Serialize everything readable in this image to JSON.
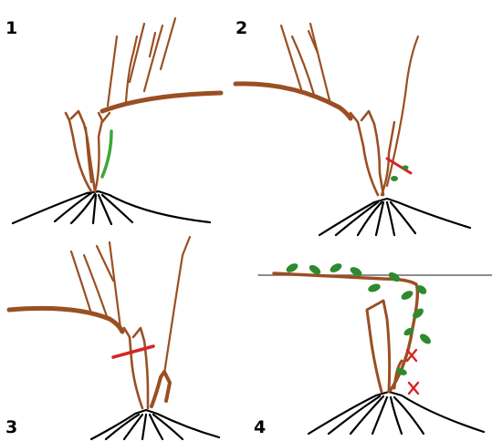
{
  "panels": [
    {
      "number": "1"
    },
    {
      "number": "2"
    },
    {
      "number": "3"
    },
    {
      "number": "4"
    }
  ],
  "colors": {
    "vine": "#9a4f22",
    "ground": "#000000",
    "new_shoot": "#3aa83a",
    "cut_mark": "#d32626",
    "leaf": "#2e8a2e",
    "trellis_wire": "#666666"
  }
}
